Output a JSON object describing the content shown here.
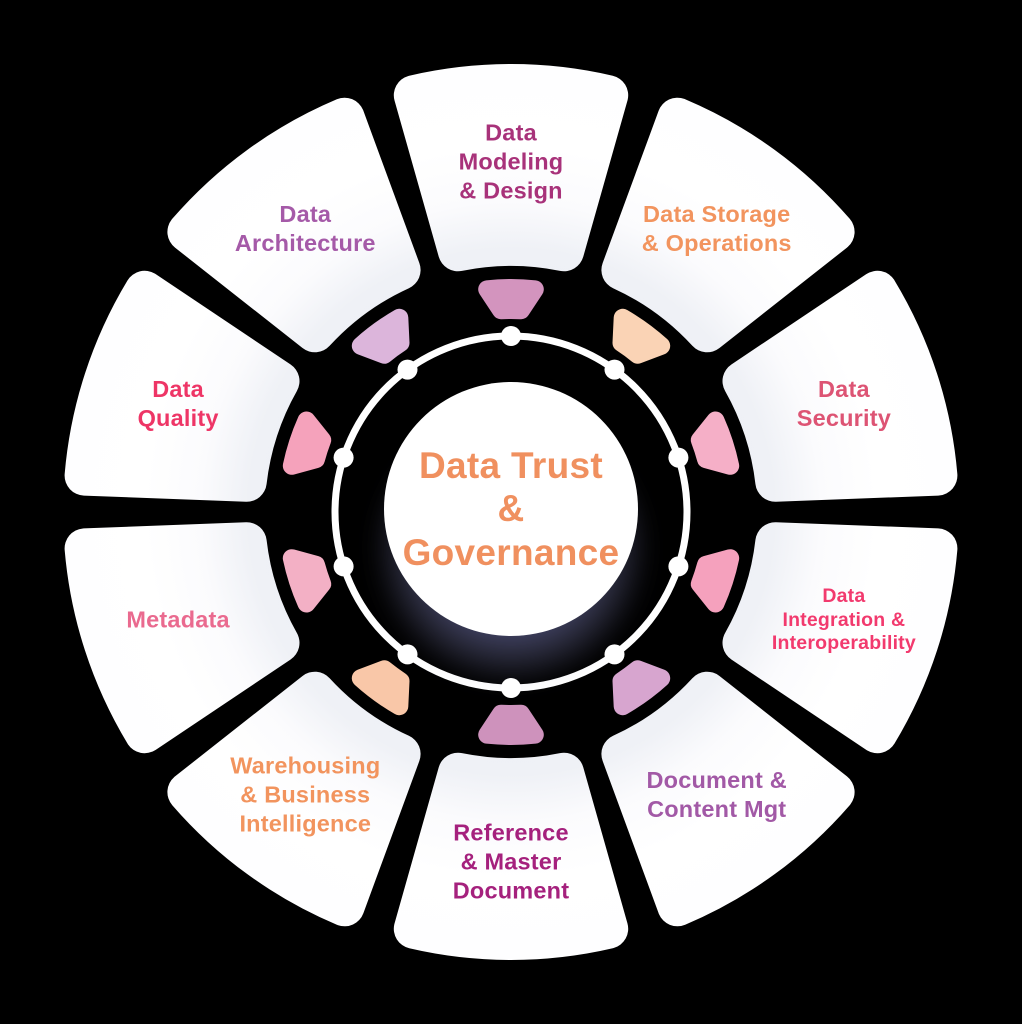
{
  "colors": {
    "background": "#000000",
    "segment_fill": "#ffffff",
    "ring": "#ffffff",
    "glow": "#585b9a"
  },
  "center": {
    "label": "Data Trust\n&\nGovernance",
    "text_color": "#F0905F"
  },
  "segments": [
    {
      "id": "data-modeling-design",
      "label": "Data\nModeling\n& Design",
      "text_color": "#A8327A",
      "wedge_color": "#D394BE"
    },
    {
      "id": "data-storage-operations",
      "label": "Data Storage\n& Operations",
      "text_color": "#F2945E",
      "wedge_color": "#FAD3B5"
    },
    {
      "id": "data-security",
      "label": "Data\nSecurity",
      "text_color": "#DD5474",
      "wedge_color": "#F5AFC7"
    },
    {
      "id": "data-integration-interoperability",
      "label": "Data\nIntegration &\nInteroperability",
      "text_color": "#F23A6E",
      "wedge_color": "#F5A1BD"
    },
    {
      "id": "document-content-mgt",
      "label": "Document &\nContent Mgt",
      "text_color": "#A259A6",
      "wedge_color": "#D7A5CF"
    },
    {
      "id": "reference-master-document",
      "label": "Reference\n& Master\nDocument",
      "text_color": "#A5217D",
      "wedge_color": "#CE92BC"
    },
    {
      "id": "warehousing-business-intelligence",
      "label": "Warehousing\n& Business\nIntelligence",
      "text_color": "#F2945E",
      "wedge_color": "#F9C7A8"
    },
    {
      "id": "metadata",
      "label": "Metadata",
      "text_color": "#EA6A8F",
      "wedge_color": "#F3B0C5"
    },
    {
      "id": "data-quality",
      "label": "Data\nQuality",
      "text_color": "#EE3566",
      "wedge_color": "#F5A2BB"
    },
    {
      "id": "data-architecture",
      "label": "Data\nArchitecture",
      "text_color": "#A55AA8",
      "wedge_color": "#DCB5DB"
    }
  ]
}
